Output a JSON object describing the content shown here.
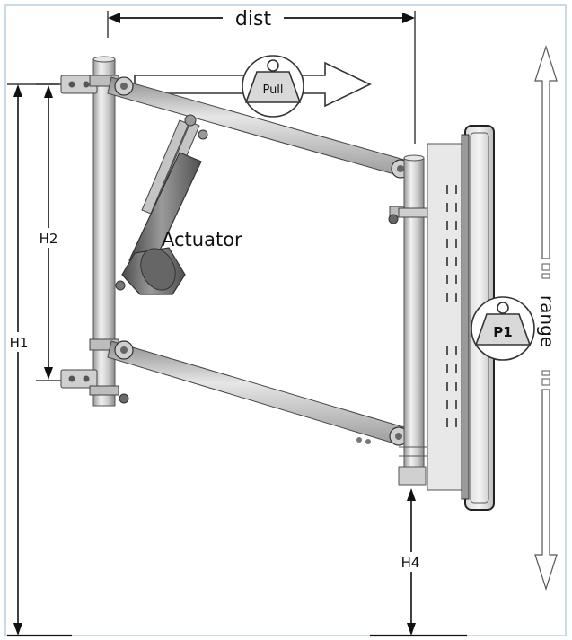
{
  "labels": {
    "dist": "dist",
    "actuator": "Actuator",
    "range": "range",
    "h1": "H1",
    "h2": "H2",
    "h4": "H4",
    "pull_weight": "Pull",
    "p1_weight": "P1"
  },
  "colors": {
    "frame_border": "#b9cfe0",
    "metal_light": "#dcdcdc",
    "metal_mid": "#a9a9a9",
    "metal_dark": "#5a5a5a",
    "actuator_body": "#6e6e6e",
    "line": "#111111"
  }
}
